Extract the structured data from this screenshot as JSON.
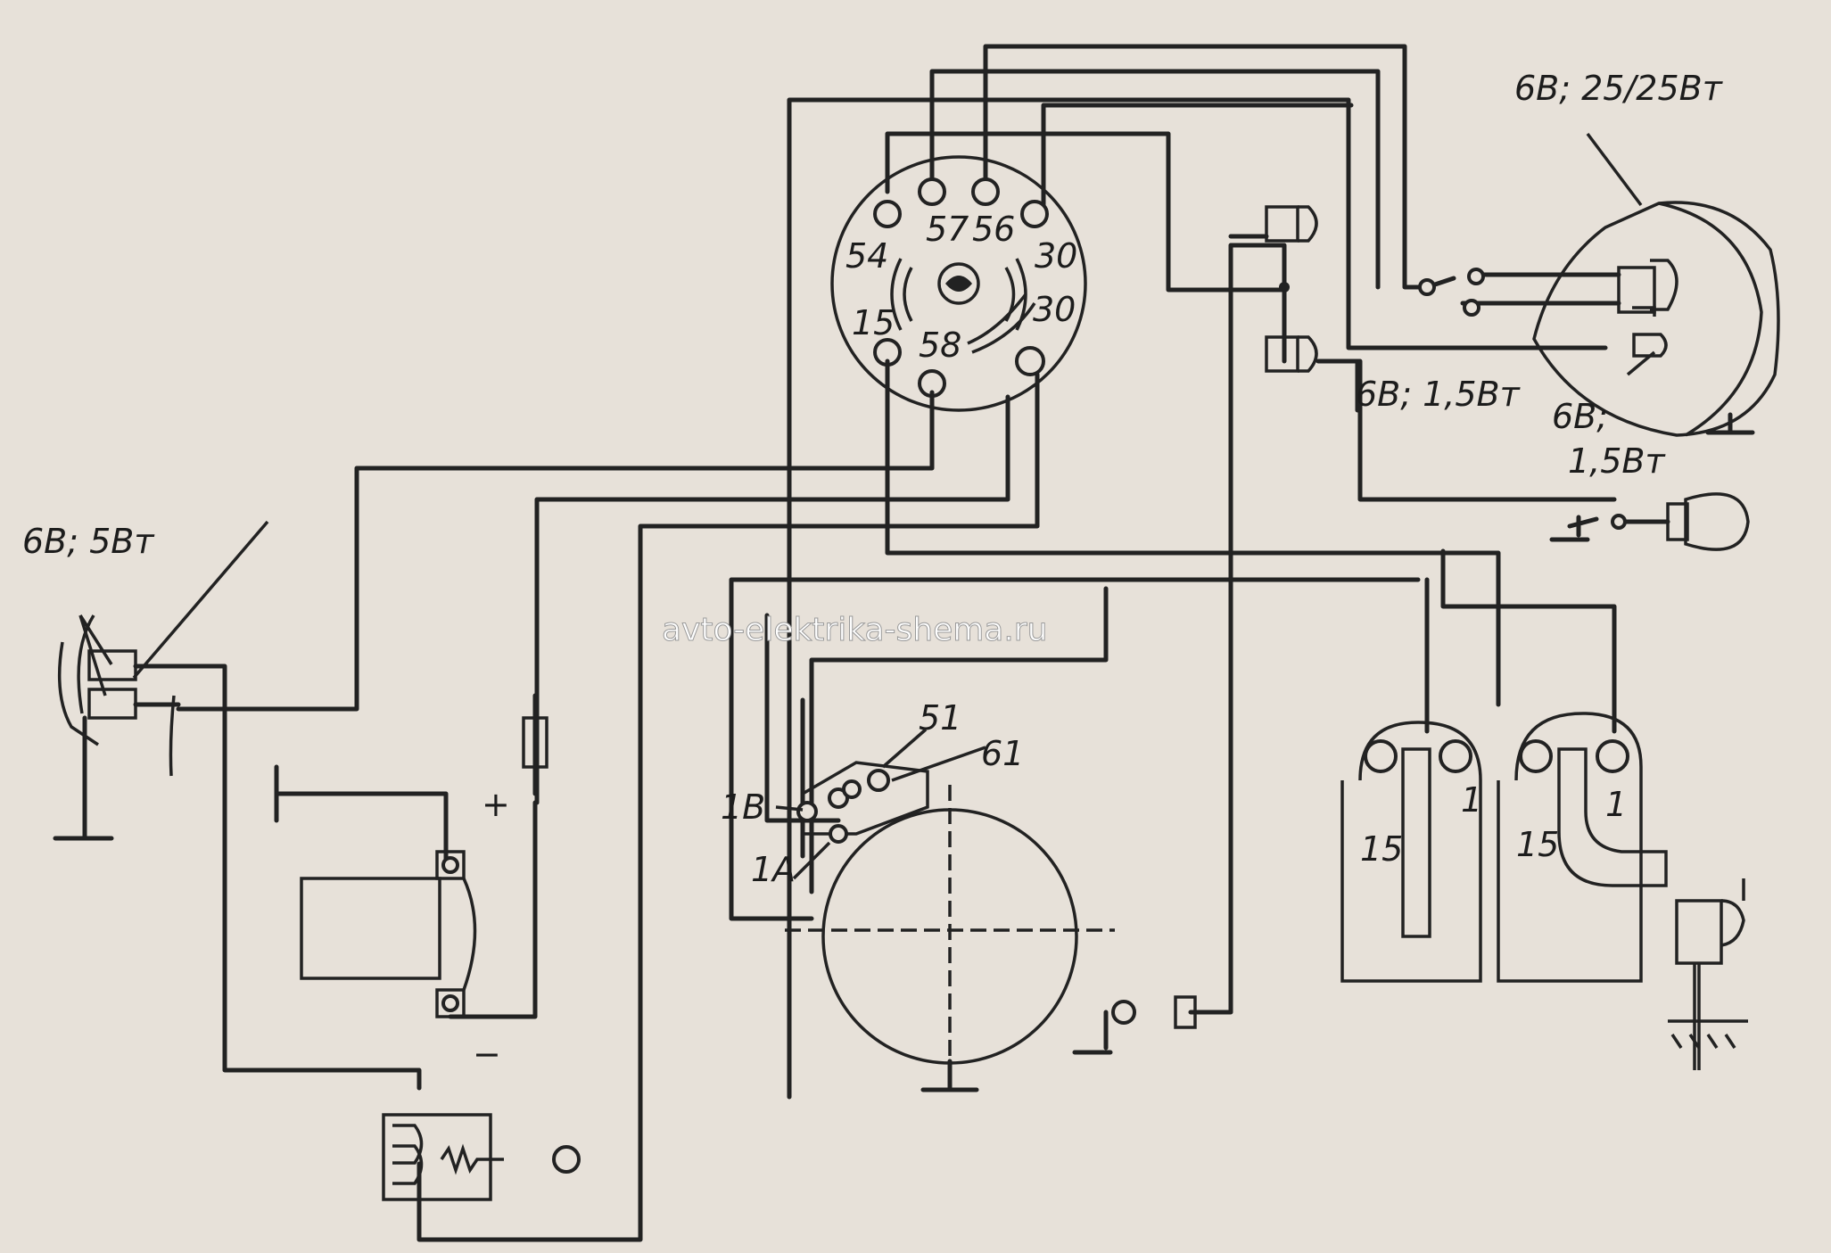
{
  "watermark": "avto-elektrika-shema.ru",
  "switch_terminals": {
    "t54": "54",
    "t57": "57",
    "t56": "56",
    "t30a": "30",
    "t30b": "30",
    "t15": "15",
    "t58": "58"
  },
  "labels": {
    "headlamp": "6В; 25/25Вт",
    "parking_lamp": "6В;",
    "parking_lamp_2": "1,5Вт",
    "dash_lamp": "6В; 1,5Вт",
    "tail_lamp": "6В; 5Вт",
    "gen_51": "51",
    "gen_61": "61",
    "gen_1B": "1В",
    "gen_1A": "1А",
    "battery_plus": "+",
    "battery_minus": "−",
    "coil1_15": "15",
    "coil1_1": "1",
    "coil2_15": "15",
    "coil2_1": "1"
  }
}
